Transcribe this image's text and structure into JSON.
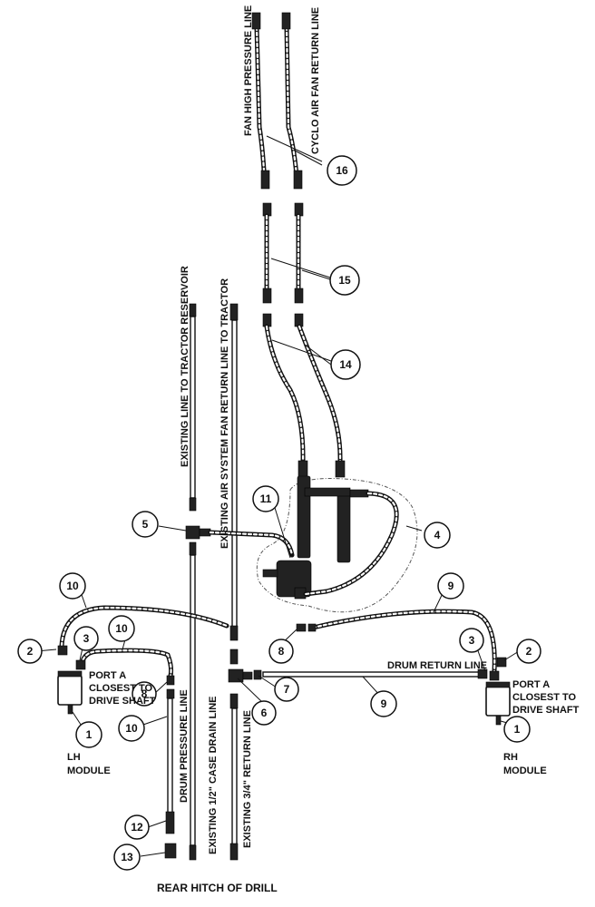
{
  "labels": {
    "fan_high_pressure": "FAN HIGH PRESSURE LINE",
    "cyclo_return": "CYCLO AIR FAN RETURN LINE",
    "existing_reservoir": "EXISTING LINE TO TRACTOR RESERVOIR",
    "existing_air_return": "EXISTING AIR SYSTEM FAN RETURN LINE TO TRACTOR",
    "drum_pressure": "DRUM PRESSURE LINE",
    "case_drain": "EXISTING 1/2\" CASE DRAIN LINE",
    "return_34": "EXISTING 3/4\" RETURN LINE",
    "drum_return": "DRUM RETURN LINE",
    "port_a_left_1": "PORT A",
    "port_a_left_2": "CLOSEST TO",
    "port_a_left_3": "DRIVE SHAFT",
    "port_a_right_1": "PORT A",
    "port_a_right_2": "CLOSEST TO",
    "port_a_right_3": "DRIVE SHAFT",
    "lh_1": "LH",
    "lh_2": "MODULE",
    "rh_1": "RH",
    "rh_2": "MODULE",
    "rear_hitch": "REAR HITCH OF DRILL"
  },
  "callouts": {
    "c16": "16",
    "c15": "15",
    "c14": "14",
    "c11": "11",
    "c5": "5",
    "c4": "4",
    "c10a": "10",
    "c10b": "10",
    "c10c": "10",
    "c9a": "9",
    "c9b": "9",
    "c2a": "2",
    "c3a": "3",
    "c2b": "2",
    "c3b": "3",
    "c8a": "8",
    "c8b": "8",
    "c6": "6",
    "c7": "7",
    "c1a": "1",
    "c1b": "1",
    "c12": "12",
    "c13": "13"
  }
}
